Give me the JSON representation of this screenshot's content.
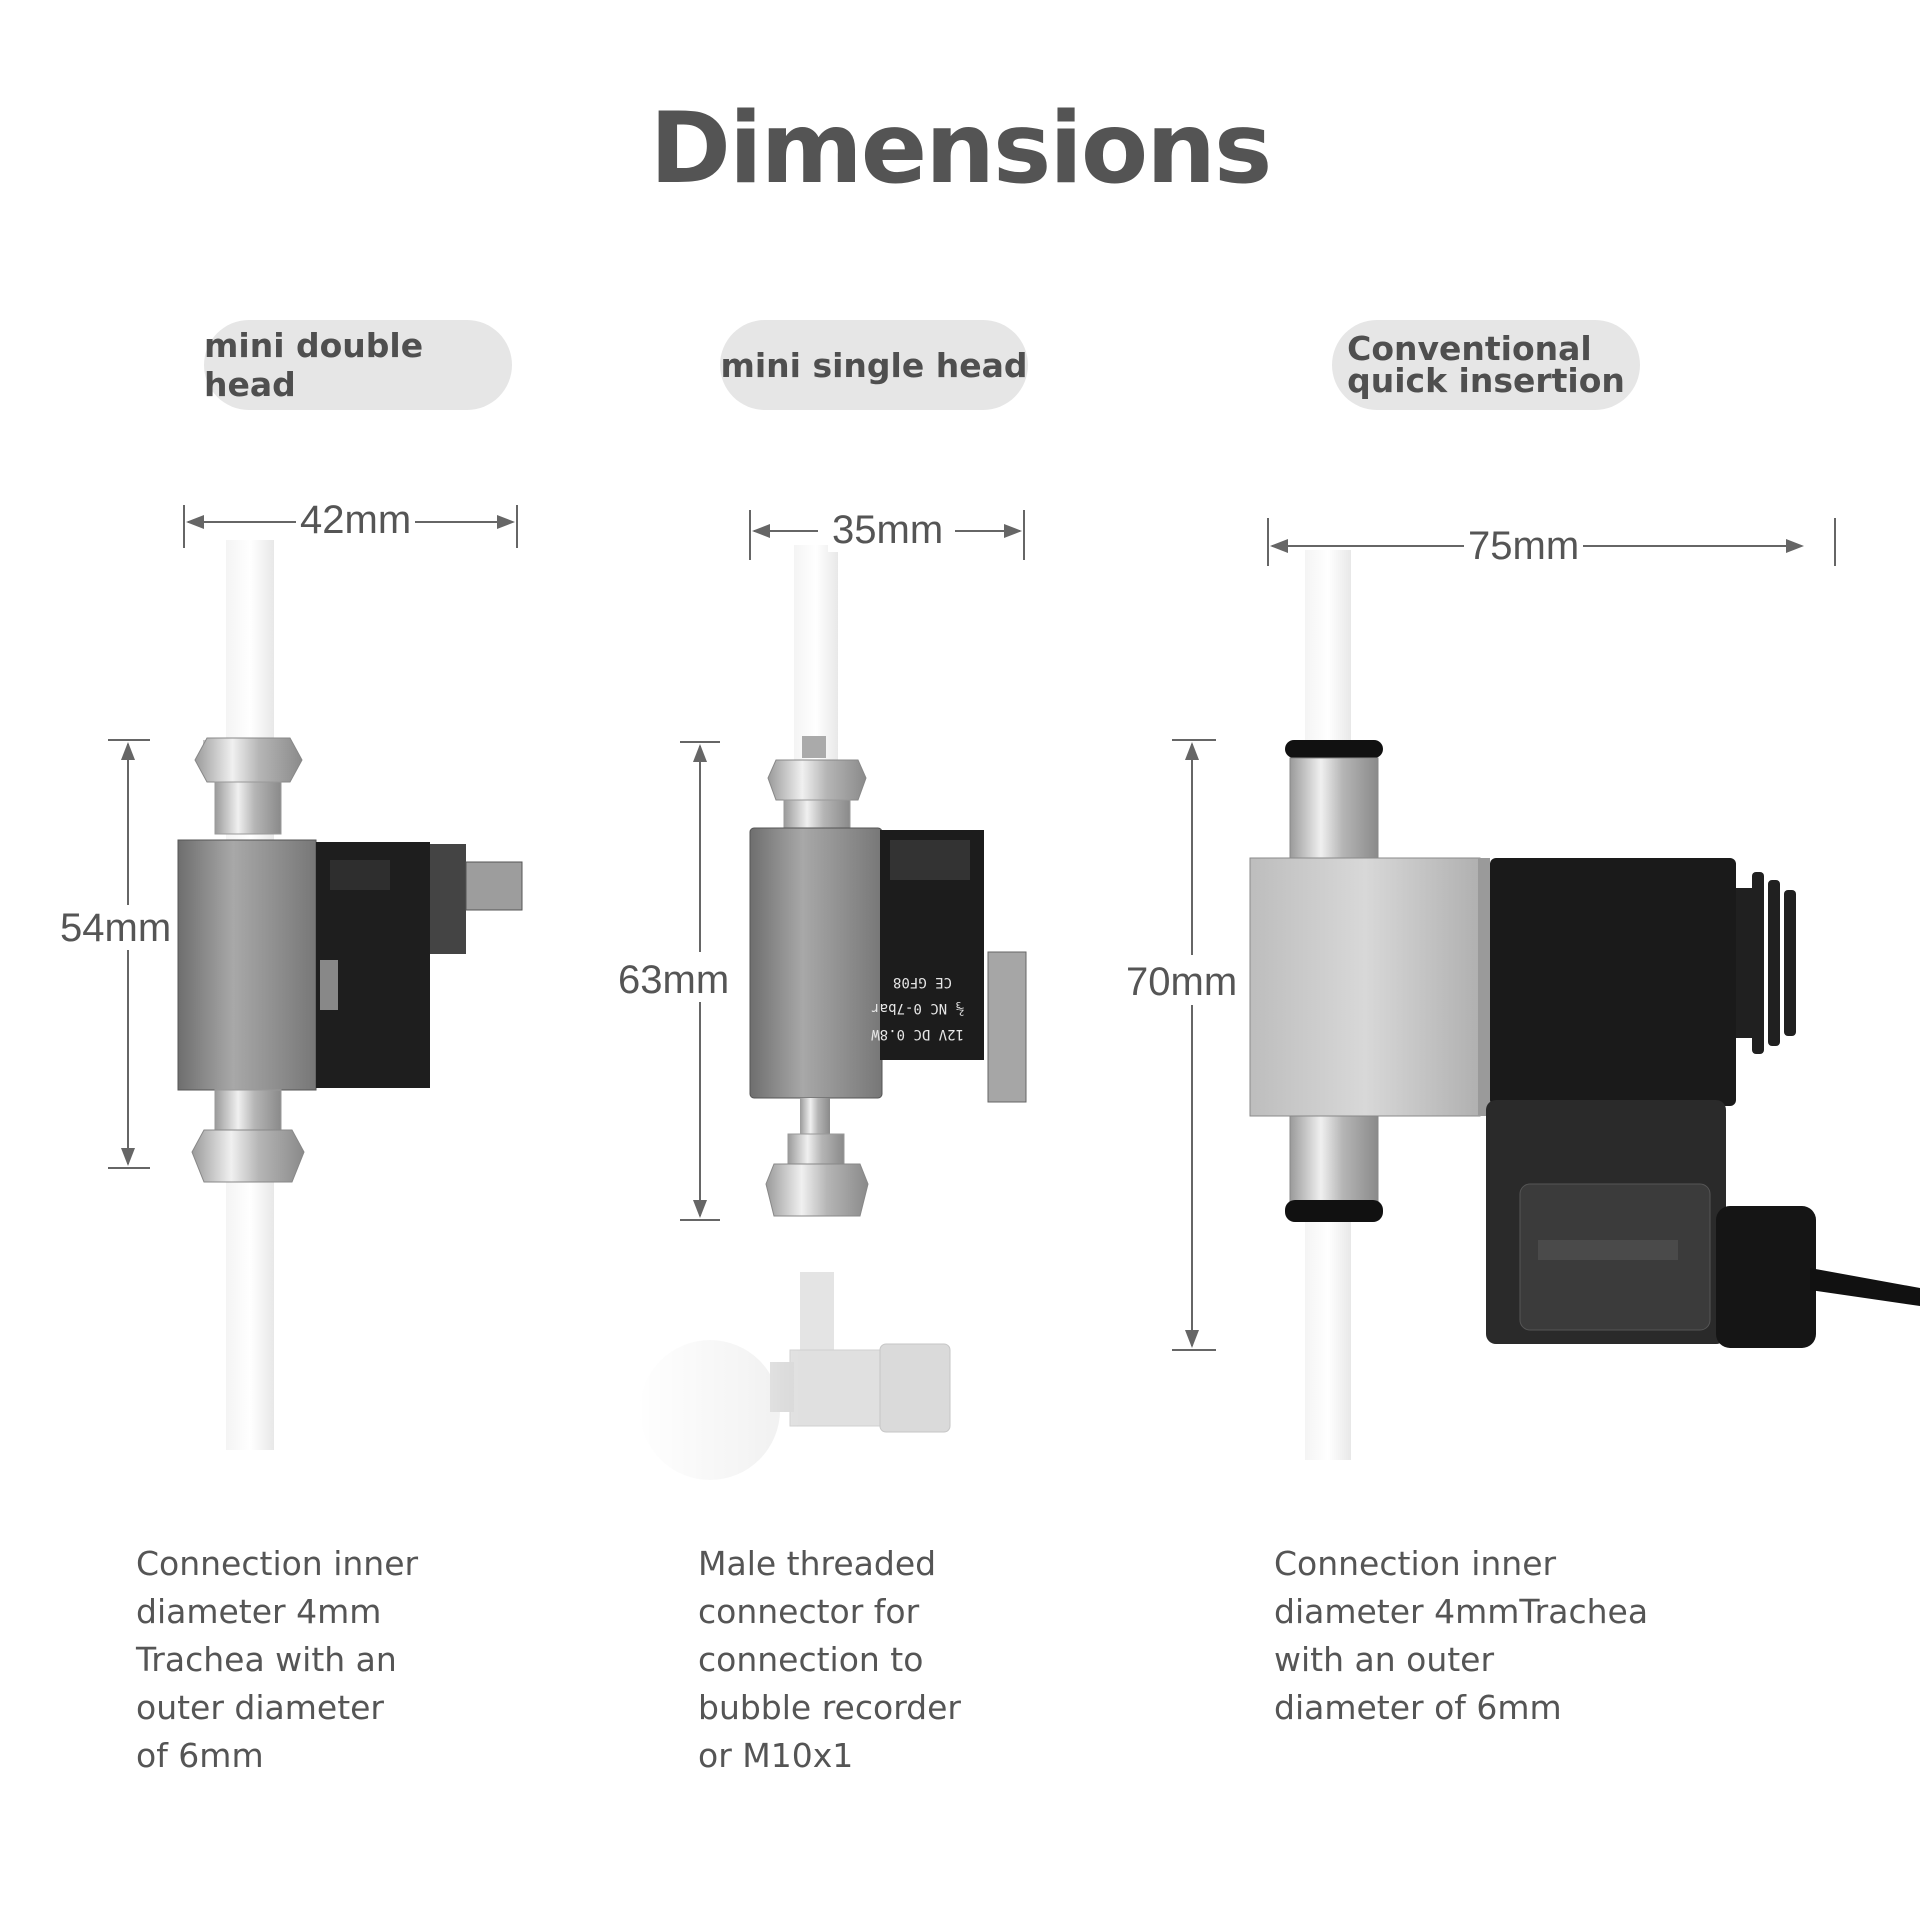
{
  "page": {
    "title": "Dimensions"
  },
  "products": [
    {
      "label": "mini double head",
      "width_dim": "42mm",
      "height_dim": "54mm",
      "description": "Connection inner\ndiameter 4mm\nTrachea with an\nouter diameter\nof 6mm"
    },
    {
      "label": "mini single head",
      "width_dim": "35mm",
      "height_dim": "63mm",
      "description": "Male threaded\nconnector for\nconnection to\nbubble recorder\n or M10x1",
      "valve_markings": [
        "CE GF08",
        "⅔ NC 0-7bar",
        "12V DC 0.8W"
      ]
    },
    {
      "label_lines": [
        "Conventional",
        "quick insertion"
      ],
      "width_dim": "75mm",
      "height_dim": "70mm",
      "description": "Connection inner\ndiameter 4mmTrachea\nwith an outer\ndiameter of 6mm"
    }
  ],
  "colors": {
    "text": "#555555",
    "pill_bg": "#e6e6e6",
    "metal": "#c9c9c9",
    "coil": "#1c1c1c"
  }
}
